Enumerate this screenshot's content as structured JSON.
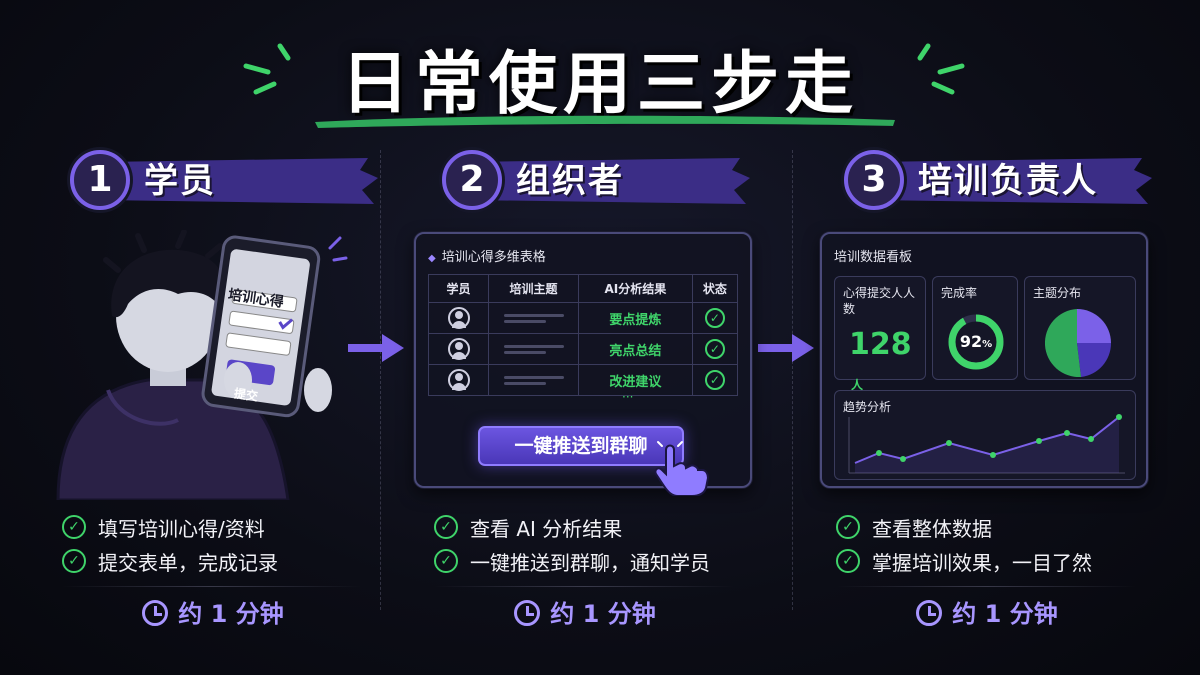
{
  "title": "日常使用三步走",
  "steps": [
    {
      "num": "1",
      "name": "学员",
      "phone": {
        "title": "培训心得",
        "submit": "提交"
      },
      "bullets": [
        "填写培训心得/资料",
        "提交表单，完成记录"
      ],
      "time_prefix": "约",
      "time_num": "1",
      "time_unit": "分钟"
    },
    {
      "num": "2",
      "name": "组织者",
      "card": {
        "title": "培训心得多维表格",
        "headers": [
          "学员",
          "培训主题",
          "AI分析结果",
          "状态"
        ],
        "rows": [
          "要点提炼",
          "亮点总结",
          "改进建议"
        ],
        "ellipsis": "···",
        "button": "一键推送到群聊"
      },
      "bullets": [
        "查看 AI 分析结果",
        "一键推送到群聊，通知学员"
      ],
      "time_prefix": "约",
      "time_num": "1",
      "time_unit": "分钟"
    },
    {
      "num": "3",
      "name": "培训负责人",
      "dashboard": {
        "title": "培训数据看板",
        "submitters_label": "心得提交人人数",
        "submitters_value": "128",
        "submitters_unit": "人",
        "completion_label": "完成率",
        "completion_value": "92",
        "completion_unit": "%",
        "topic_label": "主题分布",
        "trend_label": "趋势分析"
      },
      "bullets": [
        "查看整体数据",
        "掌握培训效果，一目了然"
      ],
      "time_prefix": "约",
      "time_num": "1",
      "time_unit": "分钟"
    }
  ],
  "colors": {
    "accent": "#7b61e8",
    "success": "#3fd46a",
    "background": "#0c0d16"
  }
}
